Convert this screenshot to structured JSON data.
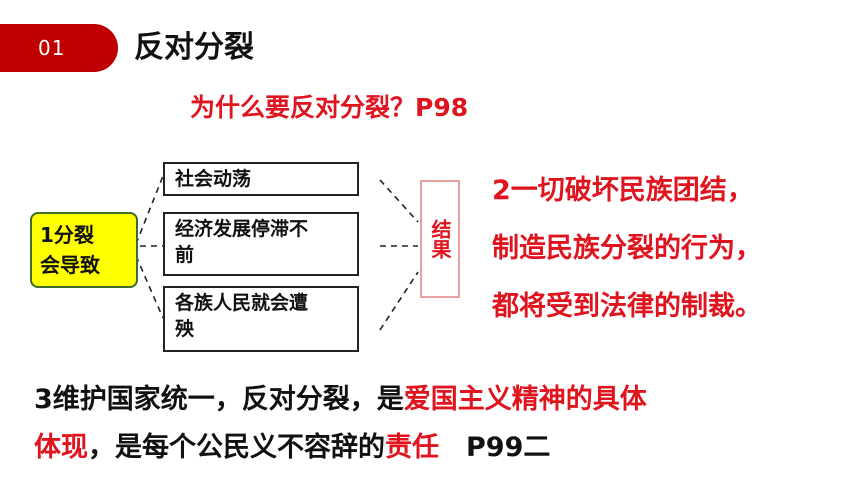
{
  "header": {
    "number": "01",
    "title": "反对分裂"
  },
  "question": "为什么要反对分裂？P98",
  "cause": {
    "line1": "1分裂",
    "line2": "会导致"
  },
  "effects": [
    {
      "line1": "社会动荡",
      "line2": ""
    },
    {
      "line1": "经济发展停滞不",
      "line2": "前"
    },
    {
      "line1": "各族人民就会遭",
      "line2": "殃"
    }
  ],
  "result_label": "结果",
  "result_text": {
    "line1": "2一切破坏民族团结，",
    "line2": "制造民族分裂的行为，",
    "line3": "都将受到法律的制裁。"
  },
  "conclusion": {
    "p1": "3维护国家统一，反对分裂，是",
    "p2": "爱国主义精神的具体",
    "p3": "体现",
    "p4": "，是每个公民义不容辞的",
    "p5": "责任",
    "p6": "　P99二"
  },
  "colors": {
    "accent": "#c00000",
    "highlight": "#ffff00",
    "text_red": "#e0141e"
  }
}
